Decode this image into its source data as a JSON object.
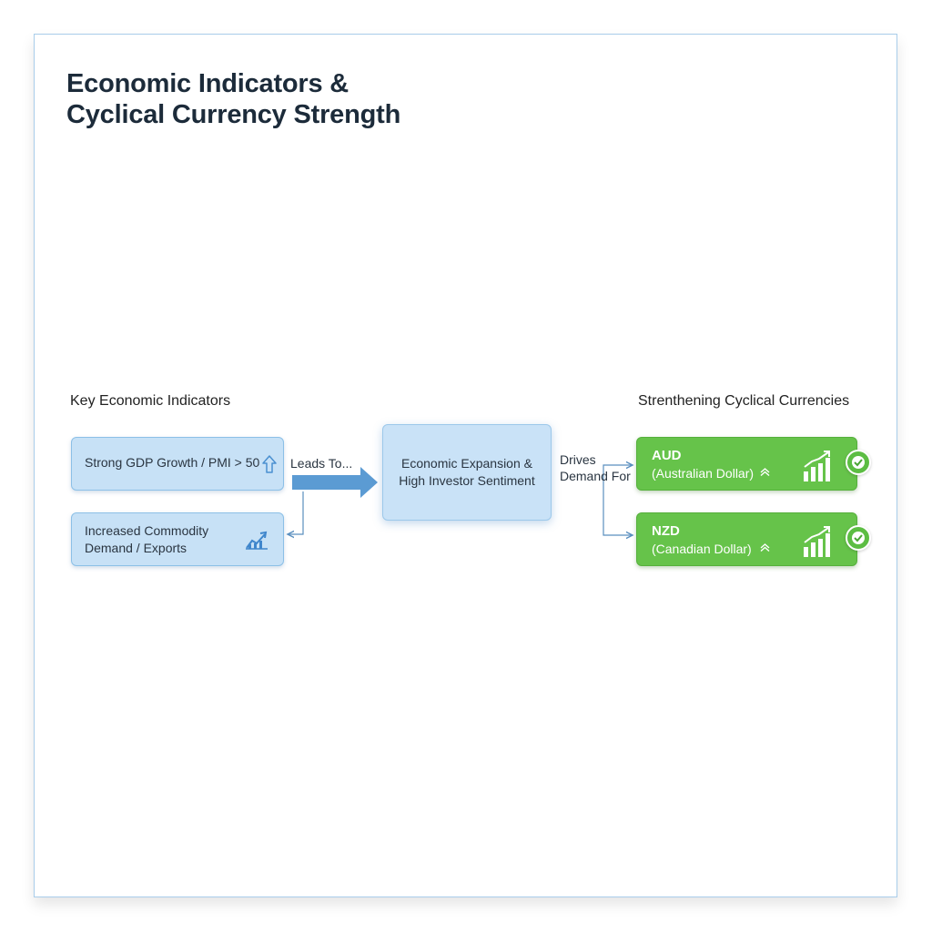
{
  "title": "Economic Indicators &\nCyclical Currency Strength",
  "left_section": {
    "label": "Key Economic Indicators",
    "items": [
      {
        "text": "Strong GDP Growth / PMI > 50",
        "icon": "arrow-up-icon"
      },
      {
        "text": "Increased Commodity\nDemand / Exports",
        "icon": "trend-chart-icon"
      }
    ]
  },
  "flow": {
    "leads_to": "Leads To...",
    "center": "Economic Expansion &\nHigh Investor Sentiment",
    "drives": "Drives\nDemand For"
  },
  "right_section": {
    "label": "Strenthening Cyclical Currencies",
    "items": [
      {
        "code": "AUD",
        "name": "(Australian Dollar)",
        "icon": "growth-bars-icon",
        "badge": "check-badge-icon"
      },
      {
        "code": "NZD",
        "name": "(Canadian Dollar)",
        "icon": "growth-bars-icon",
        "badge": "check-badge-icon"
      }
    ]
  },
  "colors": {
    "indicator_fill": "#c7e1f6",
    "indicator_border": "#8cc0e7",
    "arrow": "#5b9bd3",
    "currency_green": "#66c34a",
    "frame_border": "#a9cdea"
  }
}
